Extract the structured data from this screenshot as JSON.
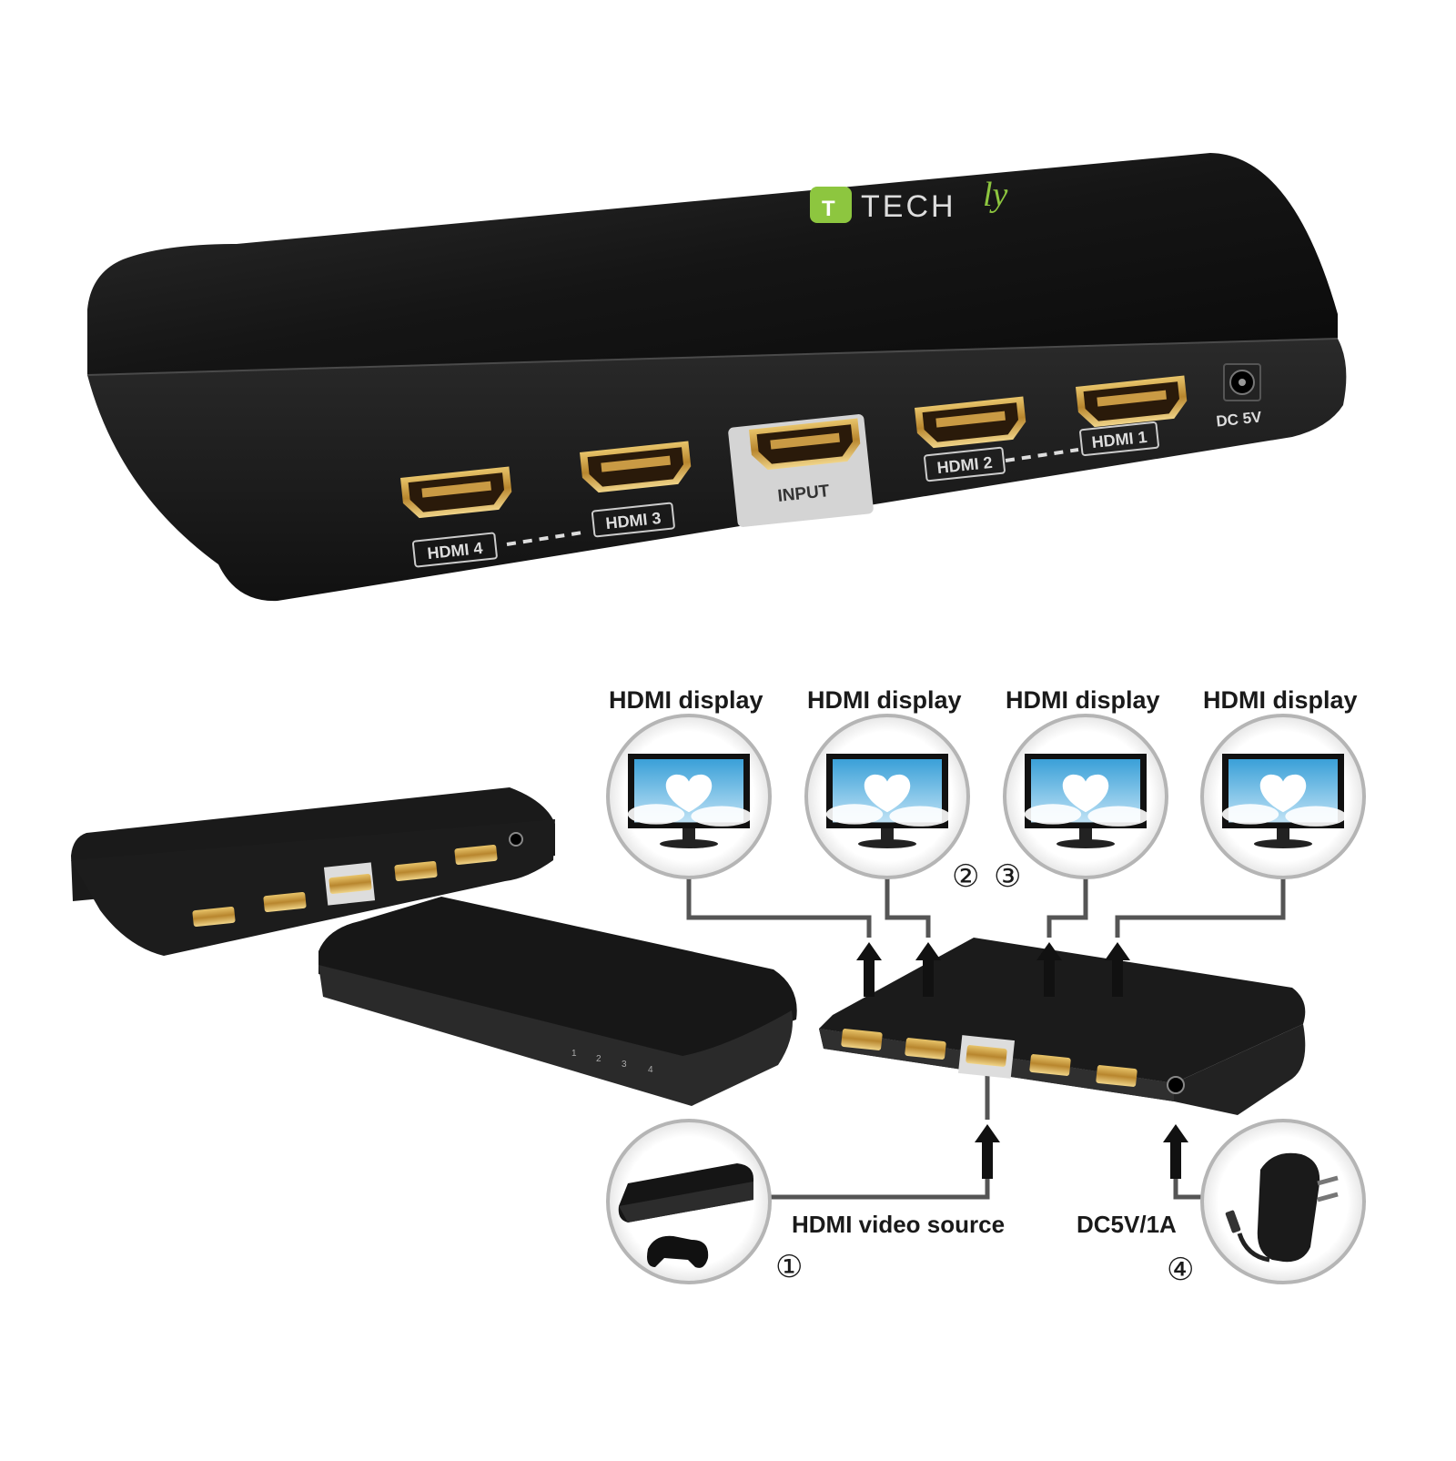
{
  "brand": {
    "name": "TECHly",
    "logo_color": "#8dc63f"
  },
  "main_device": {
    "ports": [
      {
        "id": "hdmi4",
        "label": "HDMI 4"
      },
      {
        "id": "hdmi3",
        "label": "HDMI 3"
      },
      {
        "id": "input",
        "label": "INPUT"
      },
      {
        "id": "hdmi2",
        "label": "HDMI 2"
      },
      {
        "id": "hdmi1",
        "label": "HDMI 1"
      }
    ],
    "power_label": "DC 5V"
  },
  "diagram": {
    "displays": [
      {
        "label": "HDMI display"
      },
      {
        "label": "HDMI display"
      },
      {
        "label": "HDMI display"
      },
      {
        "label": "HDMI display"
      }
    ],
    "source_label": "HDMI video source",
    "power_label": "DC5V/1A",
    "step_numbers": [
      "①",
      "②",
      "③",
      "④"
    ],
    "back_device_numbers": [
      "1",
      "2",
      "3",
      "4"
    ]
  }
}
